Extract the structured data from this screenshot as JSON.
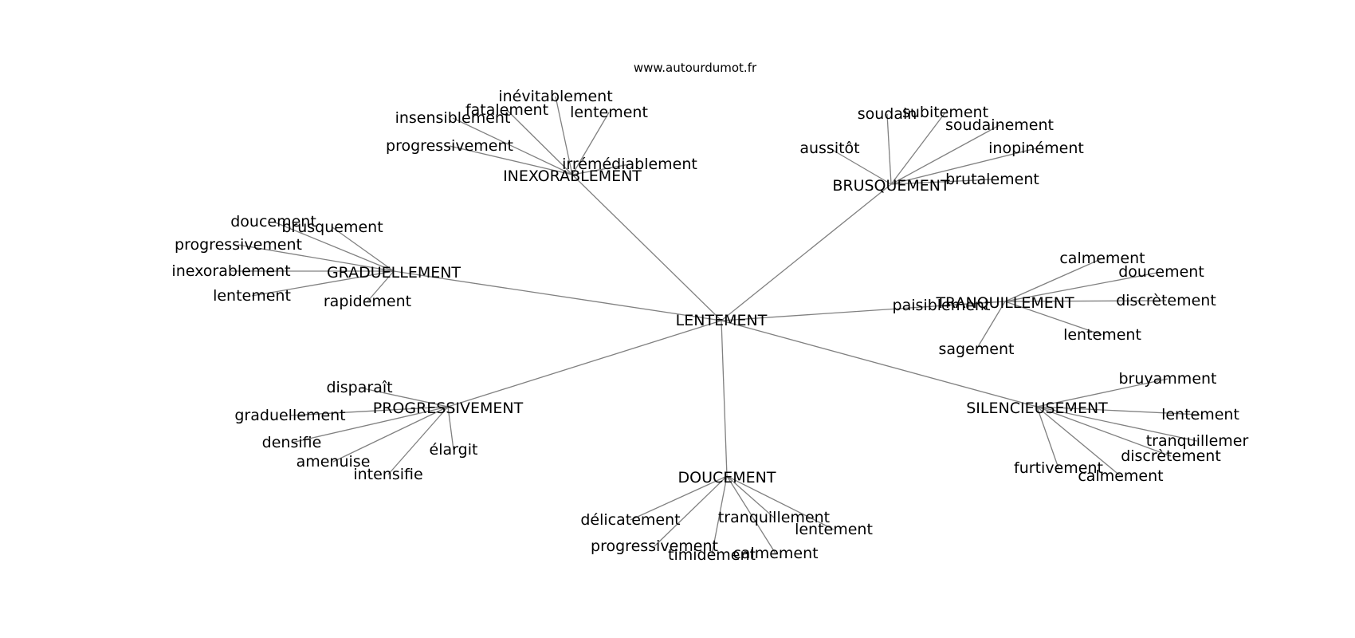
{
  "site": "www.autourdumot.fr",
  "center": {
    "id": "c",
    "label": "LENTEMENT"
  },
  "clusters": [
    {
      "id": "inexorablement",
      "label": "INEXORABLEMENT",
      "leaves": [
        {
          "id": "inex-inevitablement",
          "label": "inévitablement"
        },
        {
          "id": "inex-fatalement",
          "label": "fatalement"
        },
        {
          "id": "inex-insensiblement",
          "label": "insensiblement"
        },
        {
          "id": "inex-lentement",
          "label": "lentement"
        },
        {
          "id": "inex-progressivement",
          "label": "progressivement"
        },
        {
          "id": "inex-irremediablement",
          "label": "irrémédiablement"
        }
      ]
    },
    {
      "id": "brusquement",
      "label": "BRUSQUEMENT",
      "leaves": [
        {
          "id": "brus-soudain",
          "label": "soudain"
        },
        {
          "id": "brus-subitement",
          "label": "subitement"
        },
        {
          "id": "brus-soudainement",
          "label": "soudainement"
        },
        {
          "id": "brus-aussitot",
          "label": "aussitôt"
        },
        {
          "id": "brus-inopinement",
          "label": "inopinément"
        },
        {
          "id": "brus-brutalement",
          "label": "brutalement"
        }
      ]
    },
    {
      "id": "graduellement",
      "label": "GRADUELLEMENT",
      "leaves": [
        {
          "id": "grad-doucement",
          "label": "doucement"
        },
        {
          "id": "grad-brusquement",
          "label": "brusquement"
        },
        {
          "id": "grad-progressivement",
          "label": "progressivement"
        },
        {
          "id": "grad-inexorablement",
          "label": "inexorablement"
        },
        {
          "id": "grad-lentement",
          "label": "lentement"
        },
        {
          "id": "grad-rapidement",
          "label": "rapidement"
        }
      ]
    },
    {
      "id": "tranquillement",
      "label": "TRANQUILLEMENT",
      "leaves": [
        {
          "id": "tran-calmement",
          "label": "calmement"
        },
        {
          "id": "tran-doucement",
          "label": "doucement"
        },
        {
          "id": "tran-discretement",
          "label": "discrètement"
        },
        {
          "id": "tran-paisiblement",
          "label": "paisiblement"
        },
        {
          "id": "tran-lentement",
          "label": "lentement"
        },
        {
          "id": "tran-sagement",
          "label": "sagement"
        }
      ]
    },
    {
      "id": "progressivement",
      "label": "PROGRESSIVEMENT",
      "leaves": [
        {
          "id": "prog-disparait",
          "label": "disparaît"
        },
        {
          "id": "prog-graduellement",
          "label": "graduellement"
        },
        {
          "id": "prog-densifie",
          "label": "densifie"
        },
        {
          "id": "prog-amenuise",
          "label": "amenuise"
        },
        {
          "id": "prog-intensifie",
          "label": "intensifie"
        },
        {
          "id": "prog-elargit",
          "label": "élargit"
        }
      ]
    },
    {
      "id": "silencieusement",
      "label": "SILENCIEUSEMENT",
      "leaves": [
        {
          "id": "sil-bruyamment",
          "label": "bruyamment"
        },
        {
          "id": "sil-lentement",
          "label": "lentement"
        },
        {
          "id": "sil-tranquillement",
          "label": "tranquillemer"
        },
        {
          "id": "sil-discretement",
          "label": "discrètement"
        },
        {
          "id": "sil-furtivement",
          "label": "furtivement"
        },
        {
          "id": "sil-calmement",
          "label": "calmement"
        }
      ]
    },
    {
      "id": "doucement",
      "label": "DOUCEMENT",
      "leaves": [
        {
          "id": "douc-delicatement",
          "label": "délicatement"
        },
        {
          "id": "douc-tranquillement",
          "label": "tranquillement"
        },
        {
          "id": "douc-lentement",
          "label": "lentement"
        },
        {
          "id": "douc-progressivement",
          "label": "progressivement"
        },
        {
          "id": "douc-timidement",
          "label": "timidement"
        },
        {
          "id": "douc-calmement",
          "label": "calmement"
        }
      ]
    }
  ]
}
